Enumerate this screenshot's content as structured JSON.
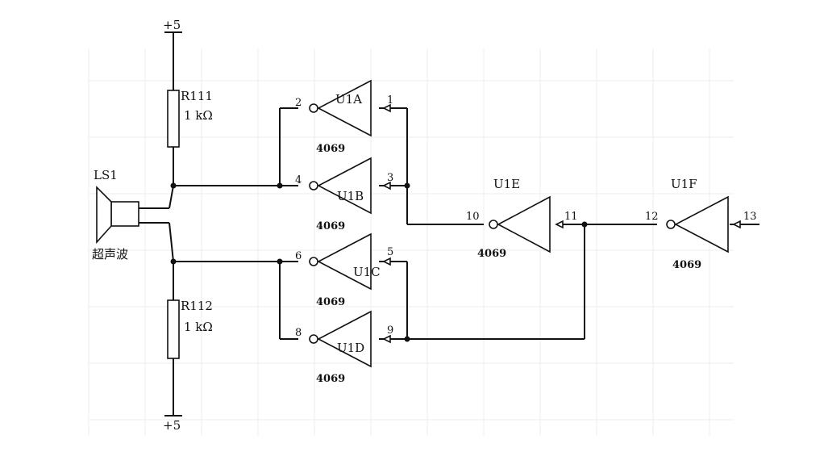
{
  "power": {
    "top": "+5",
    "bottom": "+5"
  },
  "resistors": [
    {
      "ref": "R111",
      "value": "1 kΩ"
    },
    {
      "ref": "R112",
      "value": "1 kΩ"
    }
  ],
  "speaker": {
    "ref": "LS1",
    "desc": "超声波"
  },
  "gates": [
    {
      "ref": "U1A",
      "part": "4069",
      "in_pin": "1",
      "out_pin": "2"
    },
    {
      "ref": "U1B",
      "part": "4069",
      "in_pin": "3",
      "out_pin": "4"
    },
    {
      "ref": "U1C",
      "part": "4069",
      "in_pin": "5",
      "out_pin": "6"
    },
    {
      "ref": "U1D",
      "part": "4069",
      "in_pin": "9",
      "out_pin": "8"
    },
    {
      "ref": "U1E",
      "part": "4069",
      "in_pin": "11",
      "out_pin": "10"
    },
    {
      "ref": "U1F",
      "part": "4069",
      "in_pin": "13",
      "out_pin": "12"
    }
  ],
  "colors": {
    "ink": "#111111",
    "background": "#ffffff",
    "grid": "#eeeeee"
  }
}
